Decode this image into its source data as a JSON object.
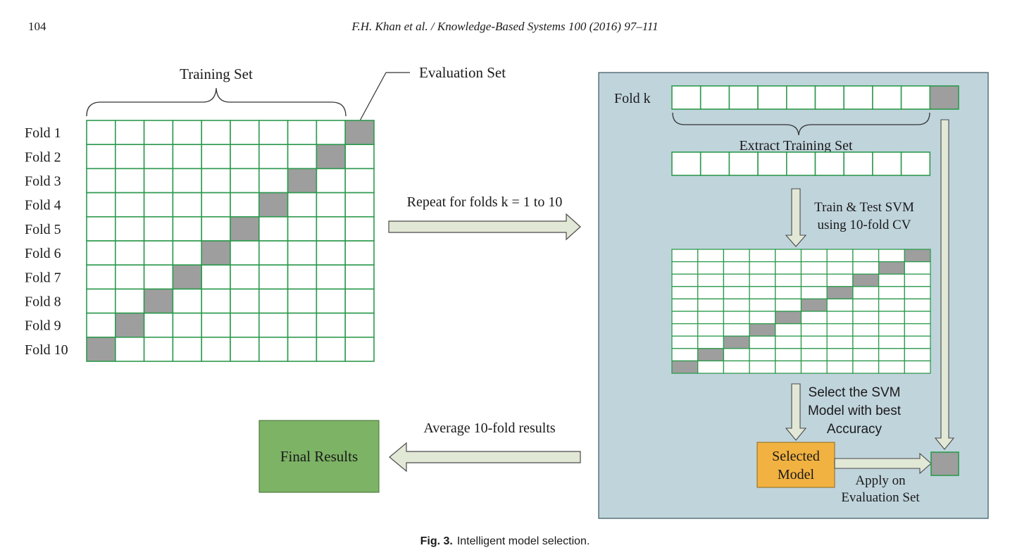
{
  "header": {
    "page_number": "104",
    "running_title": "F.H. Khan et al. / Knowledge-Based Systems 100 (2016) 97–111"
  },
  "figure": {
    "left_grid": {
      "training_set_label": "Training Set",
      "evaluation_set_label": "Evaluation Set",
      "fold_labels": [
        "Fold 1",
        "Fold 2",
        "Fold 3",
        "Fold 4",
        "Fold 5",
        "Fold 6",
        "Fold 7",
        "Fold 8",
        "Fold 9",
        "Fold 10"
      ],
      "columns": 10,
      "shaded_column_by_row": [
        10,
        9,
        8,
        7,
        6,
        5,
        4,
        3,
        2,
        1
      ]
    },
    "repeat_label": "Repeat for folds k = 1 to 10",
    "average_label": "Average 10-fold results",
    "final_results_label": "Final Results",
    "panel": {
      "fold_k_label": "Fold k",
      "extract_label": "Extract Training Set",
      "train_test_line1": "Train & Test SVM",
      "train_test_line2": "using 10-fold CV",
      "select_line1": "Select the SVM",
      "select_line2": "Model with best",
      "select_line3": "Accuracy",
      "selected_model_line1": "Selected",
      "selected_model_line2": "Model",
      "apply_line1": "Apply on",
      "apply_line2": "Evaluation Set"
    },
    "colors": {
      "grid_stroke": "#2e9a4e",
      "shade": "#9e9e9e",
      "panel_bg": "#c0d4dc",
      "arrow_fill": "#e2e8d6",
      "final_results_bg": "#7db365",
      "selected_model_bg": "#f2b241"
    }
  },
  "caption": {
    "label": "Fig. 3.",
    "text": "Intelligent model selection."
  }
}
